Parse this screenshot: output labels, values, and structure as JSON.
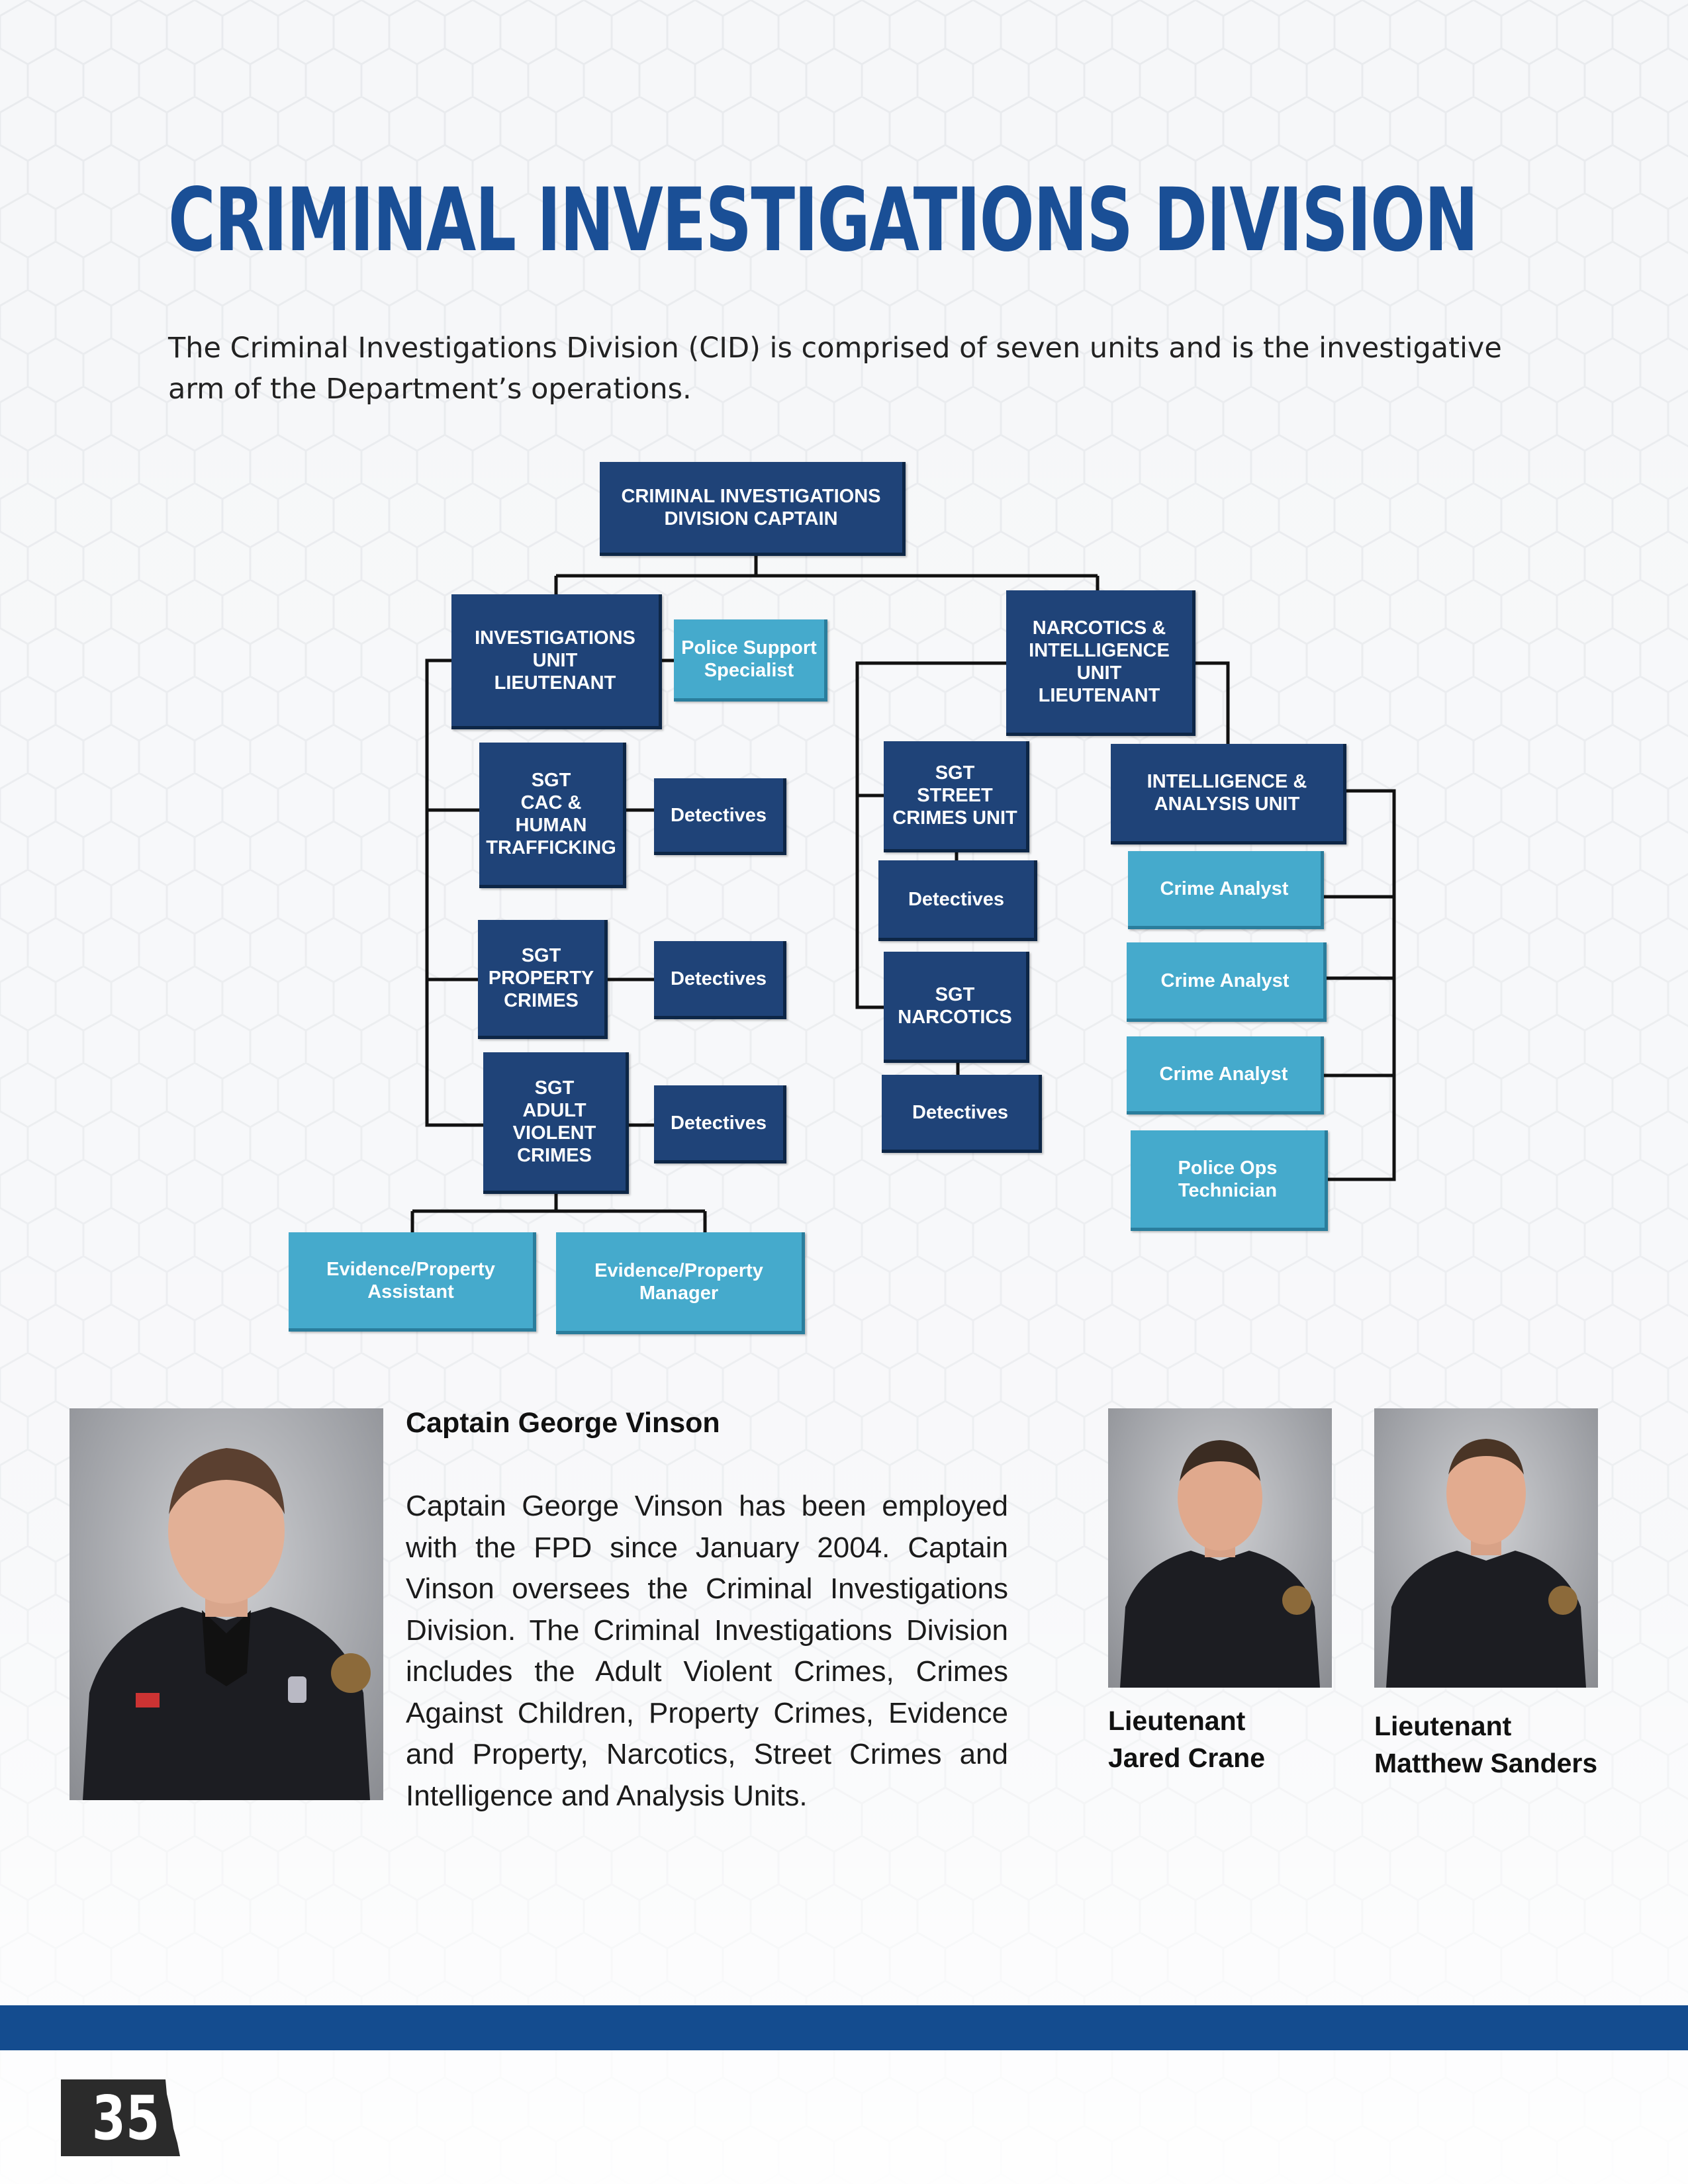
{
  "title": "CRIMINAL INVESTIGATIONS DIVISION",
  "intro": "The Criminal Investigations Division (CID) is comprised of seven units and is the investigative arm of the Department’s operations.",
  "org_chart": {
    "captain": "CRIMINAL INVESTIGATIONS\nDIVISION CAPTAIN",
    "inv_lt": "INVESTIGATIONS\nUNIT\nLIEUTENANT",
    "police_support": "Police Support\nSpecialist",
    "narc_lt": "NARCOTICS &\nINTELLIGENCE\nUNIT\nLIEUTENANT",
    "sgt_cac": "SGT\nCAC &\nHUMAN\nTRAFFICKING",
    "sgt_property": "SGT\nPROPERTY\nCRIMES",
    "sgt_violent": "SGT\nADULT\nVIOLENT\nCRIMES",
    "sgt_street": "SGT\nSTREET\nCRIMES UNIT",
    "sgt_narcotics": "SGT\nNARCOTICS",
    "intel_unit": "INTELLIGENCE &\nANALYSIS UNIT",
    "detectives": "Detectives",
    "crime_analyst": "Crime Analyst",
    "police_ops": "Police Ops\nTechnician",
    "evidence_assistant": "Evidence/Property\nAssistant",
    "evidence_manager": "Evidence/Property\nManager"
  },
  "captain_bio": {
    "name": "Captain George Vinson",
    "text": "Captain George Vinson has been employed with the FPD since January 2004. Captain Vinson oversees the Criminal Investigations Division. The Criminal Investigations Division includes the Adult Violent Crimes, Crimes Against Children, Property Crimes, Evidence and Property, Narcotics, Street Crimes and Intelligence and Analysis Units."
  },
  "lieutenants": [
    {
      "rank": "Lieutenant",
      "name": "Jared Crane"
    },
    {
      "rank": "Lieutenant",
      "name": "Matthew Sanders"
    }
  ],
  "page_number": "35",
  "colors": {
    "title_blue": "#1a4f96",
    "dark_box": "#1f4378",
    "light_box": "#45aacc",
    "footer_bar": "#144c8f",
    "page_tab": "#2b2b2b"
  }
}
